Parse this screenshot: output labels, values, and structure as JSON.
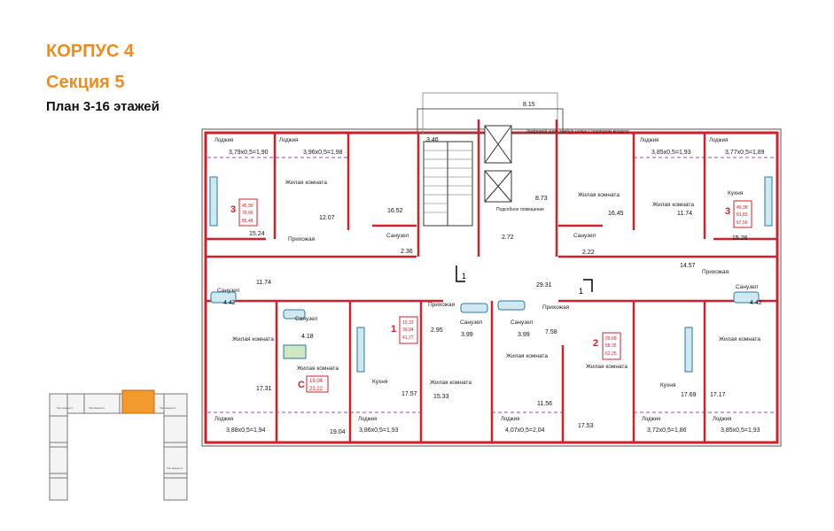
{
  "header": {
    "building": "КОРПУС 4",
    "section": "Секция 5",
    "plan": "План 3-16 этажей"
  },
  "colors": {
    "accent": "#f08c1e",
    "wall": "#d0202a",
    "dash": "#a040c0"
  },
  "rooms": {
    "lodzhia": "Лоджия",
    "zhilaya": "Жилая комната",
    "kukhnya": "Кухня",
    "prikhozhaya": "Прихожая",
    "sanuzel": "Санузел",
    "podsobnoe": "Подсобное помещение",
    "lift_hall": "Лифтовой холл тамбур-шлюз с подпором воздуха"
  },
  "apartments": [
    {
      "type": "3",
      "values": [
        "45,90",
        "79,66",
        "85,48"
      ]
    },
    {
      "type": "3",
      "values": [
        "45,38",
        "81,83",
        "87,56"
      ]
    },
    {
      "type": "1",
      "values": [
        "15,33",
        "39,94",
        "41,77"
      ]
    },
    {
      "type": "2",
      "values": [
        "29,09",
        "58,35",
        "62,25"
      ]
    },
    {
      "type": "С",
      "values": [
        "19,04",
        "23,22"
      ]
    }
  ],
  "loggias": {
    "top": [
      "3,79х0,5=1,90",
      "3,96х0,5=1,98",
      "3,85х0,5=1,93",
      "3,77х0,5=1,89"
    ],
    "bottom": [
      "3,88х0,5=1,94",
      "3,86х0,5=1,93",
      "4,07х0,5=2,04",
      "3,72х0,5=1,86",
      "3,85х0,5=1,93"
    ]
  },
  "areas": {
    "a_8_15": "8.15",
    "a_3_46": "3.46",
    "a_8_73": "8.73",
    "a_2_72": "2.72",
    "a_12_07": "12.07",
    "a_16_52": "16.52",
    "a_16_45": "16.45",
    "a_11_74r": "11.74",
    "a_15_24": "15.24",
    "a_15_26": "15.26",
    "a_2_36": "2.36",
    "a_2_22": "2.22",
    "a_11_74l": "11.74",
    "a_14_57": "14.57",
    "a_29_31": "29.31",
    "a_4_42l": "4.42",
    "a_4_42r": "4.42",
    "a_4_18": "4.18",
    "a_2_95": "2.95",
    "a_3_99a": "3.99",
    "a_3_99b": "3.99",
    "a_7_58": "7.58",
    "a_17_31": "17.31",
    "a_19_04": "19.04",
    "a_17_57": "17.57",
    "a_15_33": "15.33",
    "a_11_56": "11.56",
    "a_17_53": "17.53",
    "a_17_69": "17.69",
    "a_17_17": "17.17"
  },
  "section_mark": "1",
  "minimap_labels": [
    "Тип секции 1",
    "Тип секции 2",
    "Тип секции 3",
    "Тип секции 4"
  ]
}
